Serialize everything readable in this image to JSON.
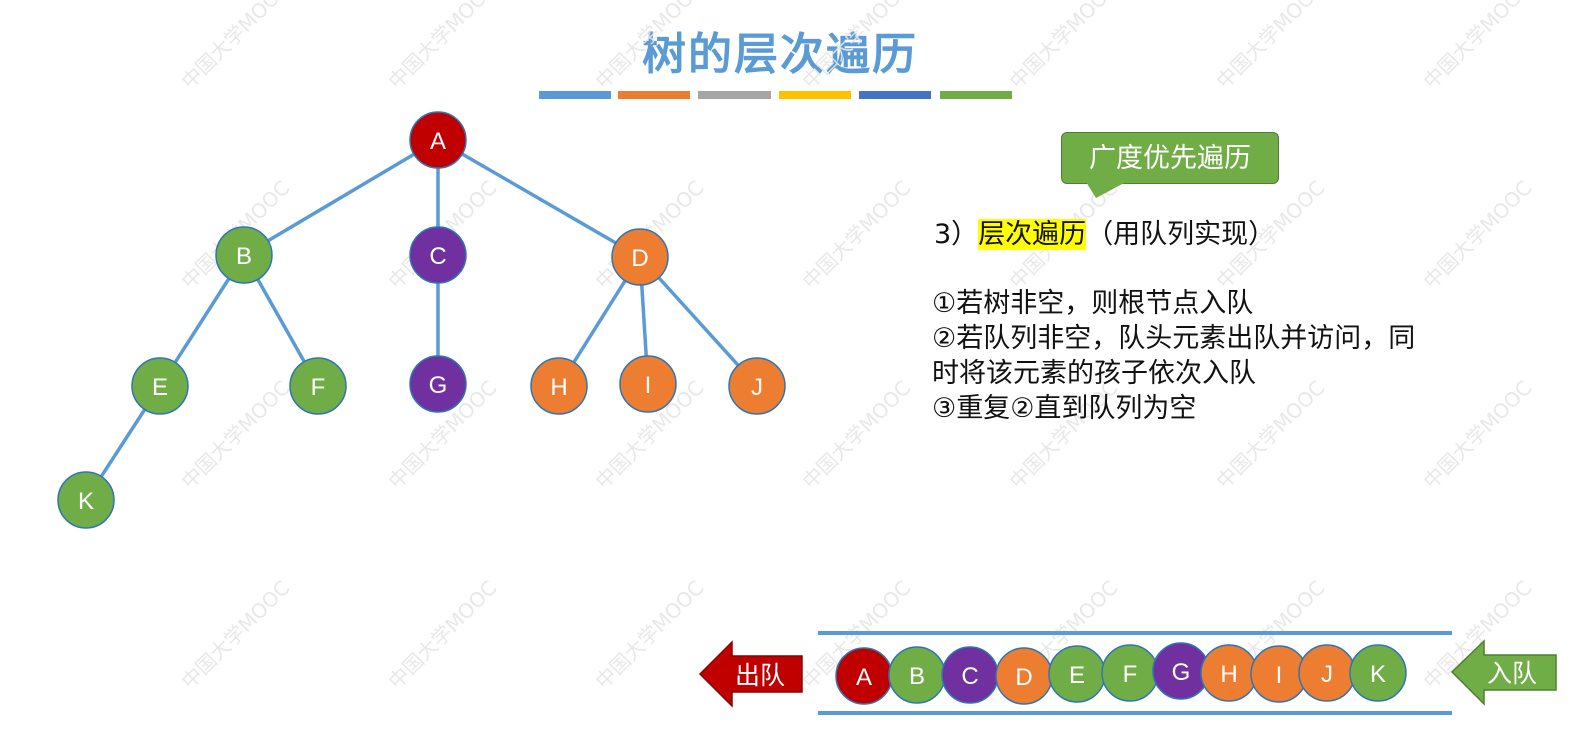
{
  "title": "树的层次遍历",
  "accent_colors": [
    "#5b9bd5",
    "#ed7d31",
    "#a5a5a5",
    "#ffc000",
    "#4472c4",
    "#70ad47"
  ],
  "node_colors": {
    "red": "#c00000",
    "green": "#70ad47",
    "purple": "#7030a0",
    "orange": "#ed7d31",
    "border": "#2e75b6"
  },
  "callout": "广度优先遍历",
  "heading": {
    "prefix": "3）",
    "highlight": "层次遍历",
    "suffix": "（用队列实现）"
  },
  "steps": [
    "①若树非空，则根节点入队",
    "②若队列非空，队头元素出队并访问，同",
    "时将该元素的孩子依次入队",
    "③重复②直到队列为空"
  ],
  "tree": {
    "nodes": [
      {
        "id": "A",
        "label": "A",
        "color": "red"
      },
      {
        "id": "B",
        "label": "B",
        "color": "green"
      },
      {
        "id": "C",
        "label": "C",
        "color": "purple"
      },
      {
        "id": "D",
        "label": "D",
        "color": "orange"
      },
      {
        "id": "E",
        "label": "E",
        "color": "green"
      },
      {
        "id": "F",
        "label": "F",
        "color": "green"
      },
      {
        "id": "G",
        "label": "G",
        "color": "purple"
      },
      {
        "id": "H",
        "label": "H",
        "color": "orange"
      },
      {
        "id": "I",
        "label": "I",
        "color": "orange"
      },
      {
        "id": "J",
        "label": "J",
        "color": "orange"
      },
      {
        "id": "K",
        "label": "K",
        "color": "green"
      }
    ],
    "edges": [
      [
        "A",
        "B"
      ],
      [
        "A",
        "C"
      ],
      [
        "A",
        "D"
      ],
      [
        "B",
        "E"
      ],
      [
        "B",
        "F"
      ],
      [
        "C",
        "G"
      ],
      [
        "D",
        "H"
      ],
      [
        "D",
        "I"
      ],
      [
        "D",
        "J"
      ],
      [
        "E",
        "K"
      ]
    ]
  },
  "queue": {
    "dequeue_label": "出队",
    "enqueue_label": "入队",
    "items": [
      {
        "label": "A",
        "color": "red"
      },
      {
        "label": "B",
        "color": "green"
      },
      {
        "label": "C",
        "color": "purple"
      },
      {
        "label": "D",
        "color": "orange"
      },
      {
        "label": "E",
        "color": "green"
      },
      {
        "label": "F",
        "color": "green"
      },
      {
        "label": "G",
        "color": "purple"
      },
      {
        "label": "H",
        "color": "orange"
      },
      {
        "label": "I",
        "color": "orange"
      },
      {
        "label": "J",
        "color": "orange"
      },
      {
        "label": "K",
        "color": "green"
      }
    ]
  }
}
